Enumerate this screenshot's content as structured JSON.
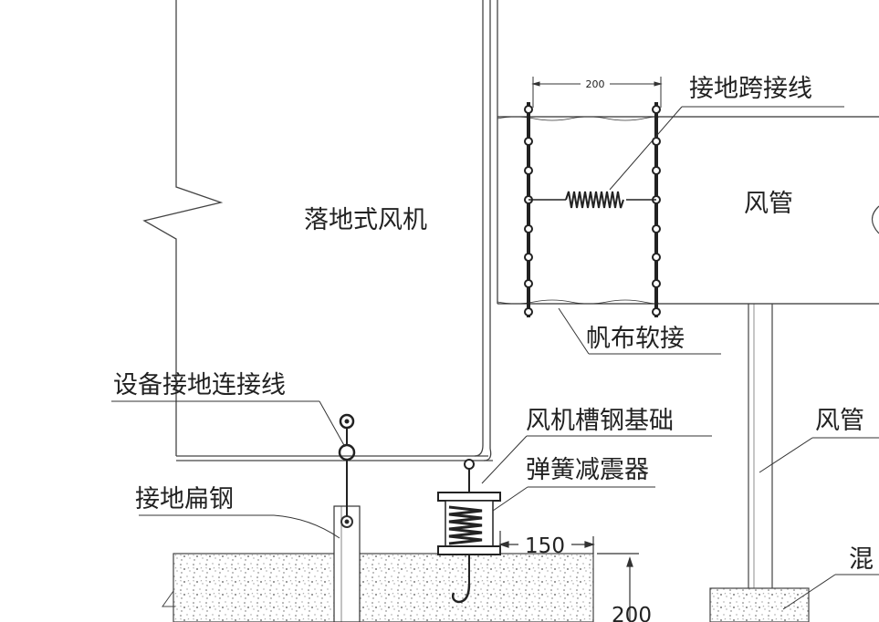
{
  "diagram": {
    "labels": {
      "fan": "落地式风机",
      "bonding_jumper": "接地跨接线",
      "duct_right": "风管",
      "canvas_joint": "帆布软接",
      "equipment_ground_wire": "设备接地连接线",
      "channel_base": "风机槽钢基础",
      "duct_vertical": "风管",
      "spring_isolator": "弹簧减震器",
      "ground_flat_steel": "接地扁钢",
      "concrete_cut": "混"
    },
    "dimensions": {
      "joint_width": "200",
      "isolator_offset": "150",
      "base_height": "200"
    }
  }
}
